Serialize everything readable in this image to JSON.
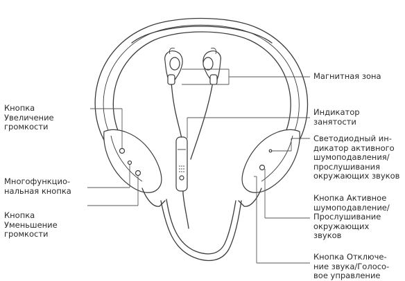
{
  "labels": {
    "vol_up": "Кнопка\nУвеличение\nгромкости",
    "multi": "Многофункцио-\nнальная кнопка",
    "vol_down": "Кнопка\nУменьшение\nгромкости",
    "magnet": "Магнитная зона",
    "busy": "Индикатор\nзанятости",
    "anc_led": "Светодиодный ин-\nдикатор активного\nшумоподавления/\nпрослушивания\nокружающих звуков",
    "anc_button": "Кнопка Активное\nшумоподавление/\nПрослушивание\nокружающих\nзвуков",
    "mute_button": "Кнопка Отключе-\nние звука/Голосо-\nвое управление"
  },
  "colors": {
    "line": "#3a3a3a",
    "text": "#2a2a2a",
    "background": "#ffffff"
  }
}
